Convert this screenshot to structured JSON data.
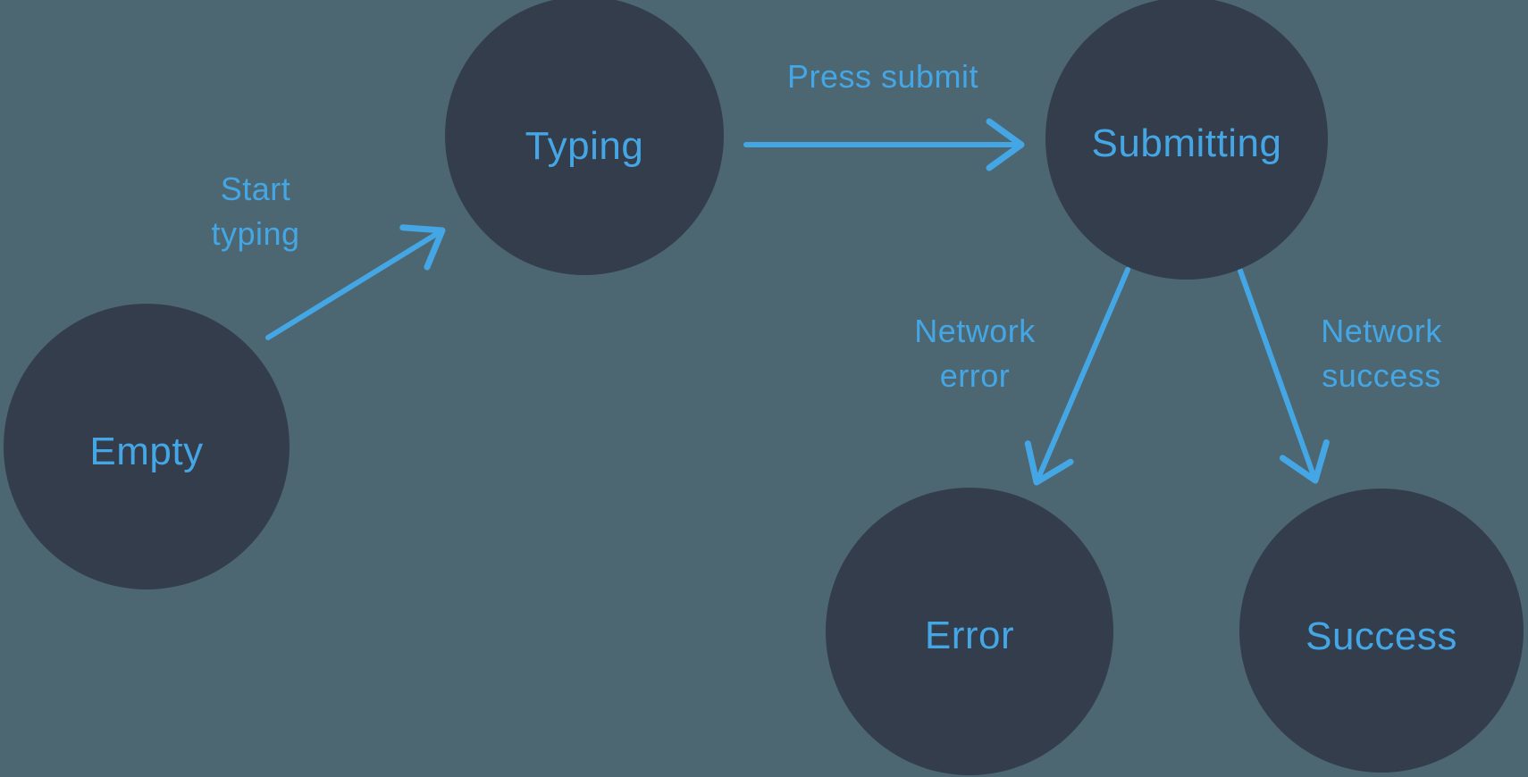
{
  "diagram_type": "state-machine",
  "colors": {
    "background": "#4C6771",
    "node_fill": "#343D4C",
    "accent": "#44A6E5"
  },
  "nodes": [
    {
      "id": "empty",
      "label": "Empty"
    },
    {
      "id": "typing",
      "label": "Typing"
    },
    {
      "id": "submitting",
      "label": "Submitting"
    },
    {
      "id": "error",
      "label": "Error"
    },
    {
      "id": "success",
      "label": "Success"
    }
  ],
  "edges": [
    {
      "id": "start-typing",
      "from": "empty",
      "to": "typing",
      "label_lines": [
        "Start",
        "typing"
      ]
    },
    {
      "id": "press-submit",
      "from": "typing",
      "to": "submitting",
      "label_lines": [
        "Press submit"
      ]
    },
    {
      "id": "network-error",
      "from": "submitting",
      "to": "error",
      "label_lines": [
        "Network",
        "error"
      ]
    },
    {
      "id": "network-success",
      "from": "submitting",
      "to": "success",
      "label_lines": [
        "Network",
        "success"
      ]
    }
  ]
}
